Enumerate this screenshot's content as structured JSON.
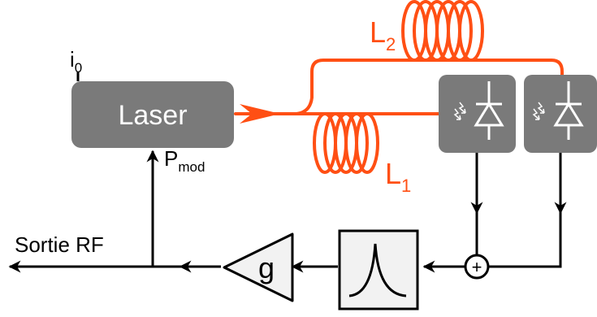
{
  "labels": {
    "laser": "Laser",
    "bias_current": {
      "main": "i",
      "sub": "0"
    },
    "modulation_power": {
      "main": "P",
      "sub": "mod"
    },
    "fiber_long": {
      "main": "L",
      "sub": "2"
    },
    "fiber_short": {
      "main": "L",
      "sub": "1"
    },
    "gain": "g",
    "output": "Sortie RF",
    "summer": "+"
  },
  "colors": {
    "fiber": "#ff4f14",
    "block": "#7a7a7a",
    "block_text": "#ffffff",
    "line": "#000000",
    "filter_fill": "#f2f2f2"
  },
  "icons": {
    "photodiode": "photodiode-icon",
    "bandpass": "bandpass-filter-icon",
    "amplifier": "triangle-amplifier-icon"
  }
}
